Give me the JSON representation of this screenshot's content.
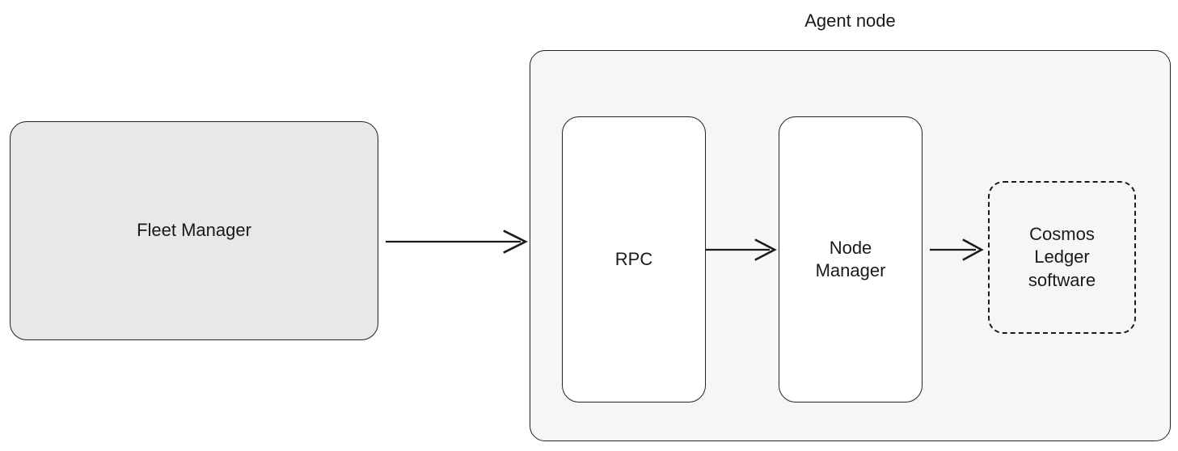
{
  "diagram": {
    "title": "Agent node",
    "background_color": "#ffffff",
    "container": {
      "label": "Agent node",
      "fill_color": "#f6f6f6",
      "border_color": "#232323"
    },
    "nodes": [
      {
        "id": "fleet-manager",
        "label": "Fleet Manager",
        "fill_color": "#e8e8e8",
        "border_color": "#232323",
        "border_style": "solid"
      },
      {
        "id": "rpc",
        "label": "RPC",
        "fill_color": "#ffffff",
        "border_color": "#232323",
        "border_style": "solid"
      },
      {
        "id": "node-manager",
        "label": "Node\nManager",
        "fill_color": "#ffffff",
        "border_color": "#232323",
        "border_style": "solid"
      },
      {
        "id": "cosmos-ledger",
        "label": "Cosmos\nLedger\nsoftware",
        "fill_color": "transparent",
        "border_color": "#1a1a1a",
        "border_style": "dashed"
      }
    ],
    "arrows": [
      {
        "id": "fleet-manager-to-rpc",
        "from": "fleet-manager",
        "to": "rpc",
        "color": "#1a1a1a"
      },
      {
        "id": "rpc-to-node-manager",
        "from": "rpc",
        "to": "node-manager",
        "color": "#1a1a1a"
      },
      {
        "id": "node-manager-to-cosmos-ledger",
        "from": "node-manager",
        "to": "cosmos-ledger",
        "color": "#1a1a1a"
      }
    ]
  }
}
